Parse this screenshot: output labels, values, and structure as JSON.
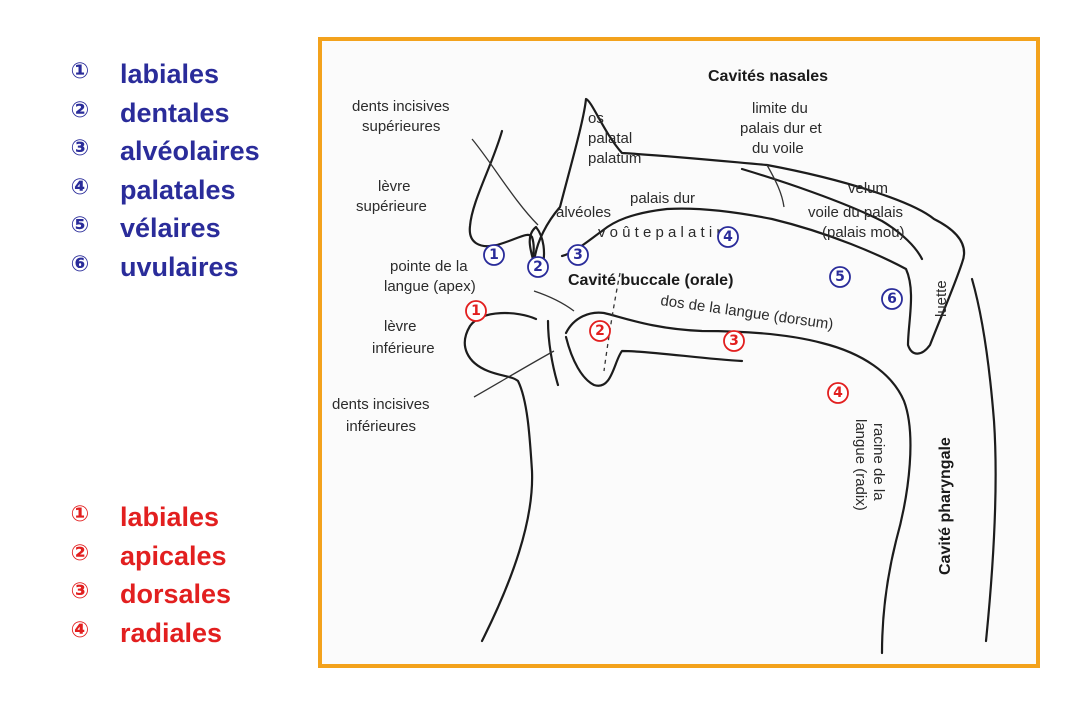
{
  "legend_blue": [
    {
      "num": "①",
      "label": "labiales"
    },
    {
      "num": "②",
      "label": "dentales"
    },
    {
      "num": "③",
      "label": "alvéolaires"
    },
    {
      "num": "④",
      "label": "palatales"
    },
    {
      "num": "⑤",
      "label": "vélaires"
    },
    {
      "num": "⑥",
      "label": "uvulaires"
    }
  ],
  "legend_red": [
    {
      "num": "①",
      "label": "labiales"
    },
    {
      "num": "②",
      "label": "apicales"
    },
    {
      "num": "③",
      "label": "dorsales"
    },
    {
      "num": "④",
      "label": "radiales"
    }
  ],
  "diagram": {
    "cavites_nasales": "Cavités nasales",
    "dents_sup_1": "dents incisives",
    "dents_sup_2": "supérieures",
    "os_palatal_1": "os",
    "os_palatal_2": "palatal",
    "os_palatal_3": "palatum",
    "limite_1": "limite du",
    "limite_2": "palais dur et",
    "limite_3": "du voile",
    "levre_sup_1": "lèvre",
    "levre_sup_2": "supérieure",
    "alveoles": "alvéoles",
    "palais_dur": "palais dur",
    "velum": "velum",
    "voile_1": "voile du palais",
    "voile_2": "(palais mou)",
    "voute": "v o û t e    p a l a t i n e",
    "pointe_1": "pointe de la",
    "pointe_2": "langue (apex)",
    "cavite_buccale": "Cavité buccale (orale)",
    "luette": "luette",
    "dos_langue": "dos de la langue (dorsum)",
    "levre_inf_1": "lèvre",
    "levre_inf_2": "inférieure",
    "dents_inf_1": "dents incisives",
    "dents_inf_2": "inférieures",
    "racine_1": "racine de la",
    "racine_2": "langue (radix)",
    "cavite_pharyngale": "Cavité pharyngale"
  },
  "colors": {
    "blue": "#2a2c9a",
    "red": "#e21f1f",
    "frame": "#f3a21c"
  }
}
